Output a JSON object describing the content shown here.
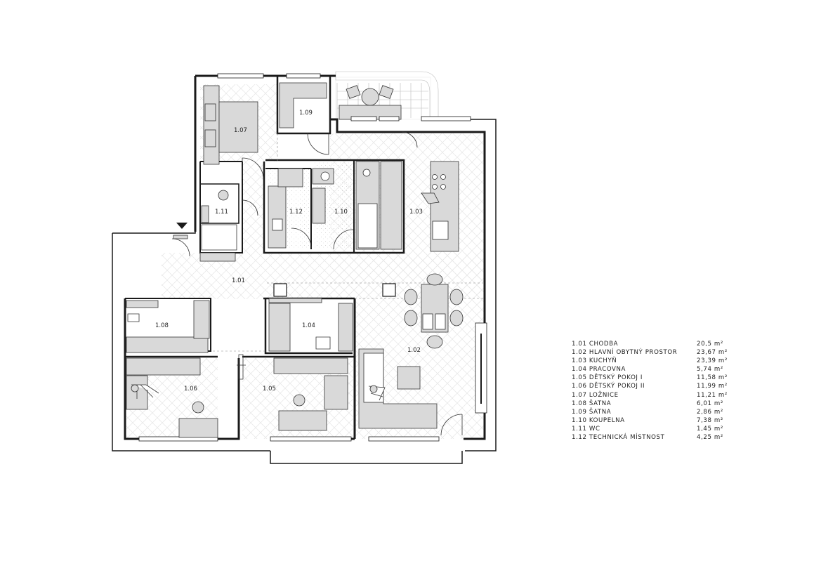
{
  "rooms": [
    {
      "id": "1.01",
      "name": "CHODBA",
      "area": "20,5 m²"
    },
    {
      "id": "1.02",
      "name": "HLAVNÍ OBYTNÝ PROSTOR",
      "area": "23,67 m²"
    },
    {
      "id": "1.03",
      "name": "KUCHYŇ",
      "area": "23,39 m²"
    },
    {
      "id": "1.04",
      "name": "PRACOVNA",
      "area": "5,74 m²"
    },
    {
      "id": "1.05",
      "name": "DĚTSKÝ POKOJ I",
      "area": "11,58 m²"
    },
    {
      "id": "1.06",
      "name": "DĚTSKÝ POKOJ II",
      "area": "11,99 m²"
    },
    {
      "id": "1.07",
      "name": "LOŽNICE",
      "area": "11,21 m²"
    },
    {
      "id": "1.08",
      "name": "ŠATNA",
      "area": "6,01 m²"
    },
    {
      "id": "1.09",
      "name": "ŠATNA",
      "area": "2,86 m²"
    },
    {
      "id": "1.10",
      "name": "KOUPELNA",
      "area": "7,38 m²"
    },
    {
      "id": "1.11",
      "name": "WC",
      "area": "1,45 m²"
    },
    {
      "id": "1.12",
      "name": "TECHNICKÁ MÍSTNOST",
      "area": "4,25 m²"
    }
  ],
  "colors": {
    "wall": "#1a1a1a",
    "furniture": "#d9d9d9",
    "line": "#333333",
    "floor_pattern": "#e6e6e6"
  }
}
